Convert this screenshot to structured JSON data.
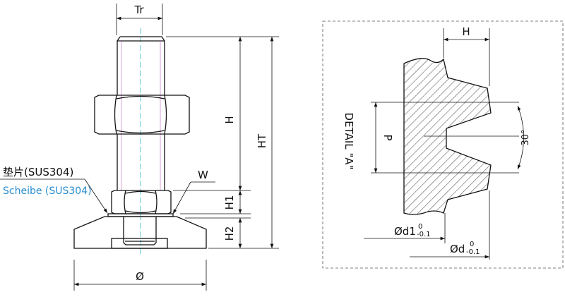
{
  "labels": {
    "tr": "Tr",
    "h": "H",
    "ht": "HT",
    "h1": "H1",
    "h2": "H2",
    "w": "W",
    "diameter": "Ø",
    "washer_cn": "垫片(SUS304)",
    "washer_de": "Scheibe (SUS304)",
    "detail": "DETAIL \"A\"",
    "detail_h": "H",
    "p": "P",
    "angle": "30°",
    "d1": "Ød1",
    "d": "Ød",
    "tol_upper": "0",
    "tol_lower": "-0.1"
  },
  "colors": {
    "line": "#111111",
    "center": "#5bc0de",
    "thread": "#c879c8",
    "accent": "#2a8fd0"
  }
}
